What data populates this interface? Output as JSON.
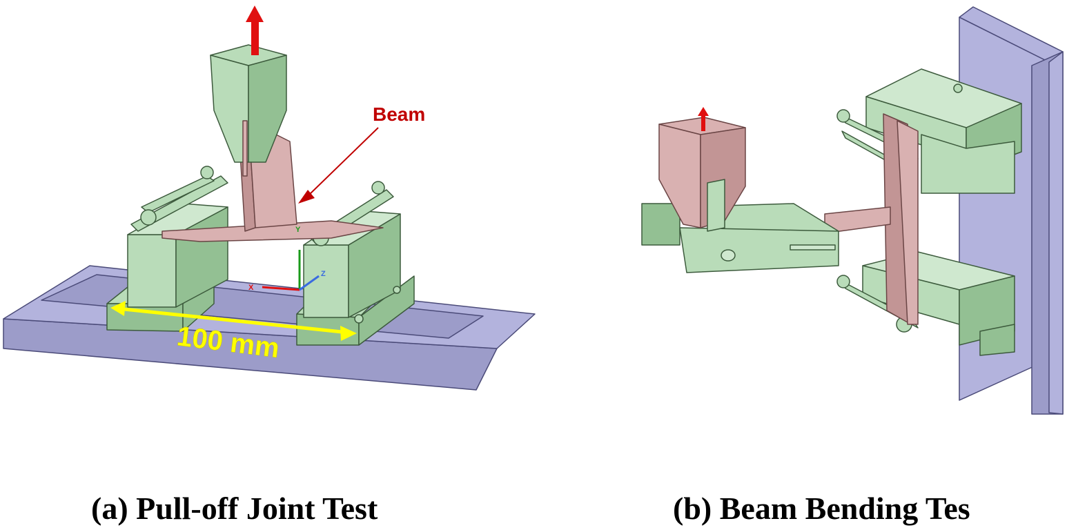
{
  "figure_a": {
    "caption": "(a) Pull-off Joint Test",
    "beam_label": "Beam",
    "dimension_label": "100 mm",
    "axes": {
      "x": "X",
      "y": "Y",
      "z": "Z"
    }
  },
  "figure_b": {
    "caption": "(b) Beam Bending Tes"
  },
  "colors": {
    "fixture": "#b9dcb9",
    "specimen": "#d9b1b1",
    "base": "#b3b3dd",
    "load_arrow": "#e01010",
    "dimension": "#ffff00",
    "beam_label": "#c00000"
  }
}
